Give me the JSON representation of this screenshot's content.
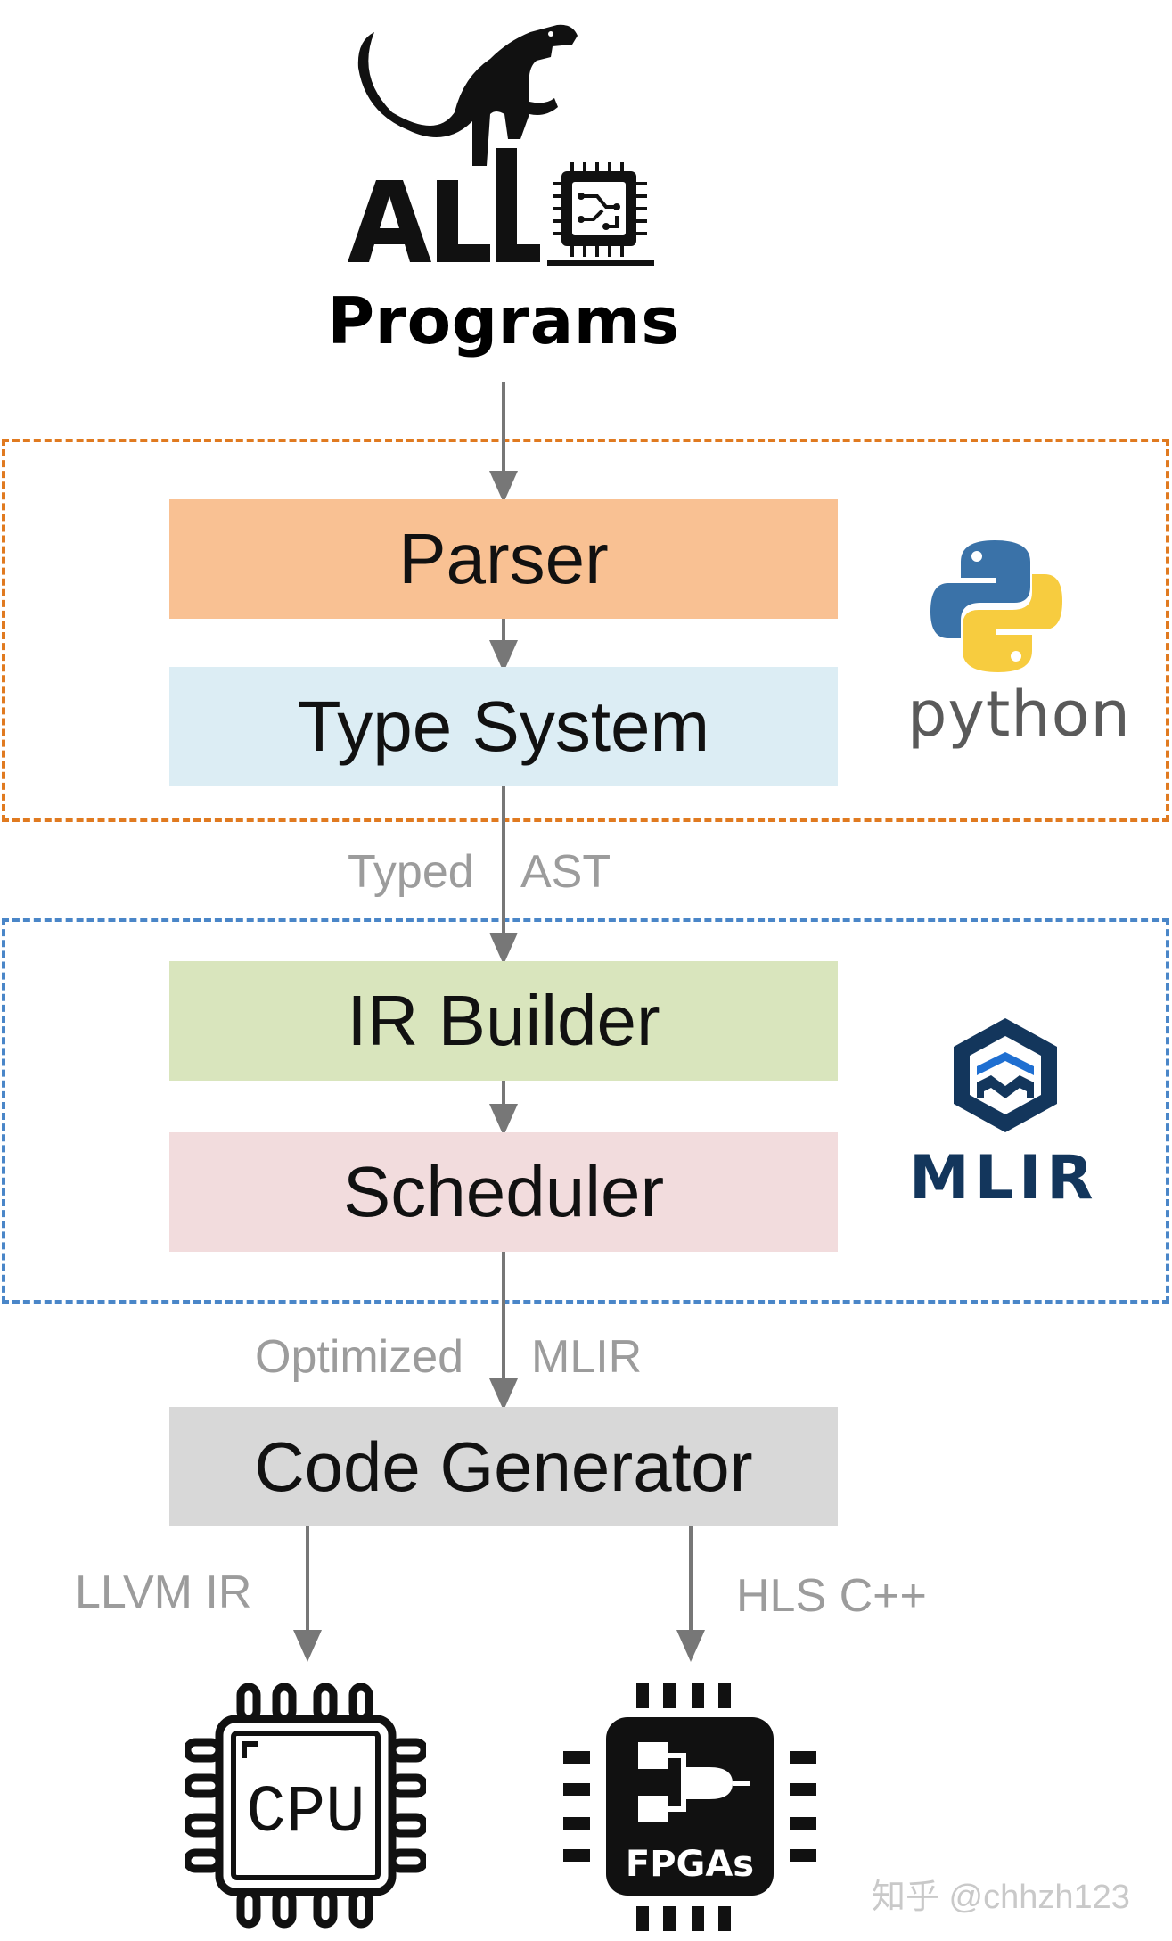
{
  "title": "Programs",
  "logo": {
    "text": "ALLO"
  },
  "stages": {
    "parser": "Parser",
    "type_system": "Type System",
    "ir_builder": "IR Builder",
    "scheduler": "Scheduler",
    "code_generator": "Code Generator"
  },
  "edges": {
    "typed_ast_left": "Typed",
    "typed_ast_right": "AST",
    "optimized_mlir_left": "Optimized",
    "optimized_mlir_right": "MLIR",
    "llvm_ir": "LLVM IR",
    "hls_cpp": "HLS C++"
  },
  "groups": {
    "python": {
      "label": "python",
      "color": "#e07a20"
    },
    "mlir": {
      "label": "MLIR",
      "color": "#4a86c8"
    }
  },
  "targets": {
    "cpu": "CPU",
    "fpga": "FPGAs"
  },
  "watermark": "知乎 @chhzh123",
  "colors": {
    "parser": "#f9c193",
    "type_system": "#dcedf4",
    "ir_builder": "#d9e5bd",
    "scheduler": "#f2dcdd",
    "code_generator": "#d8d8d8",
    "arrow": "#777777"
  }
}
